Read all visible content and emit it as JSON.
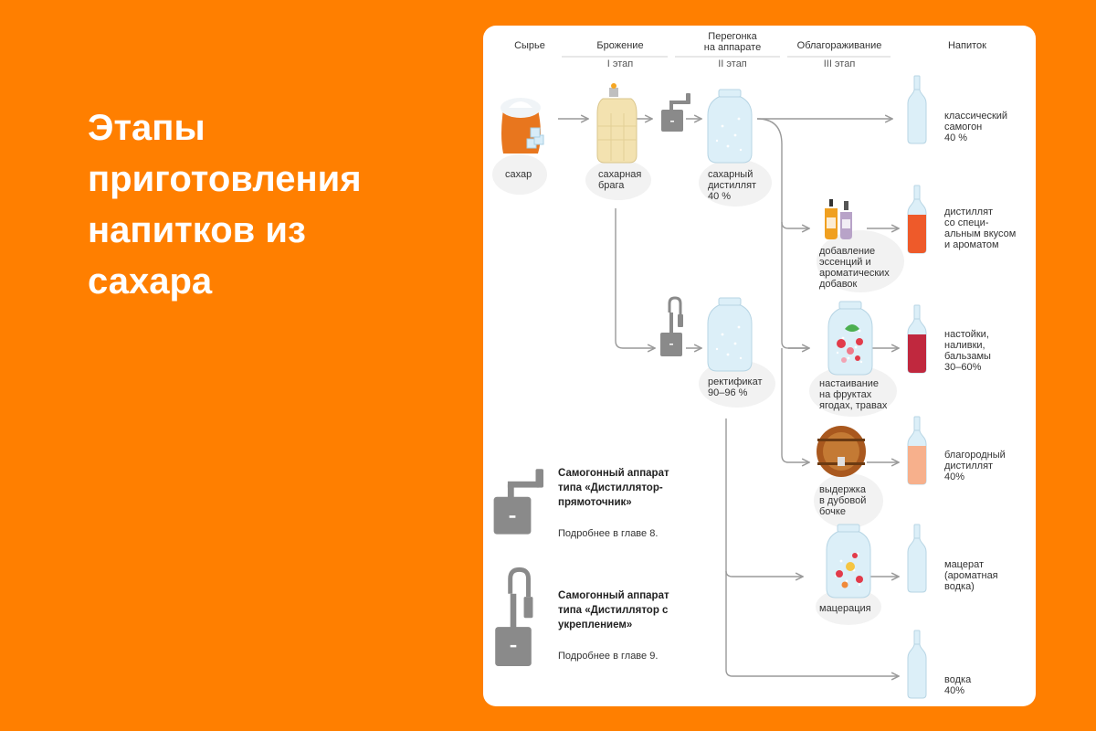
{
  "title": "Этапы приготовления напитков из сахара",
  "columns": {
    "raw": "Сырье",
    "fermentation": "Брожение",
    "distillation": "Перегонка\nна аппарате",
    "refinement": "Облагораживание",
    "drink": "Напиток"
  },
  "stages": {
    "s1": "I этап",
    "s2": "II этап",
    "s3": "III этап"
  },
  "nodes": {
    "sugar": "сахар",
    "mash": "сахарная\nбрага",
    "distillate": "сахарный\nдистиллят\n40 %",
    "rectified": "ректификат\n90–96 %",
    "additives": "добавление\nэссенций и\nароматических\nдобавок",
    "infusion": "настаивание\nна фруктах\nягодах, травах",
    "aging": "выдержка\nв дубовой\nбочке",
    "maceration": "мацерация"
  },
  "drinks": {
    "classic": "классический\nсамогон\n40 %",
    "flavored": "дистиллят\nсо специ-\nальным вкусом\nи ароматом",
    "liqueurs": "настойки,\nналивки,\nбальзамы\n30–60%",
    "noble": "благородный\nдистиллят\n40%",
    "macerate": "мацерат\n(ароматная\nводка)",
    "vodka": "водка\n40%"
  },
  "legend": {
    "still1_title": "Самогонный аппарат\nтипа «Дистиллятор-\nпрямоточник»",
    "still1_note": "Подробнее в главе 8.",
    "still2_title": "Самогонный аппарат\nтипа «Дистиллятор с\nукреплением»",
    "still2_note": "Подробнее в главе 9."
  },
  "colors": {
    "background": "#ff7f00",
    "card": "#ffffff",
    "arrow": "#9a9a9a",
    "still": "#8a8a8a",
    "blob": "#f2f2f2",
    "jar_glass": "#dceff8",
    "sugar_sack": "#e8761e",
    "drink_red_orange": "#ee5a2a",
    "drink_red": "#c0283e",
    "drink_peach": "#f7b08c",
    "barrel": "#a9581e"
  }
}
